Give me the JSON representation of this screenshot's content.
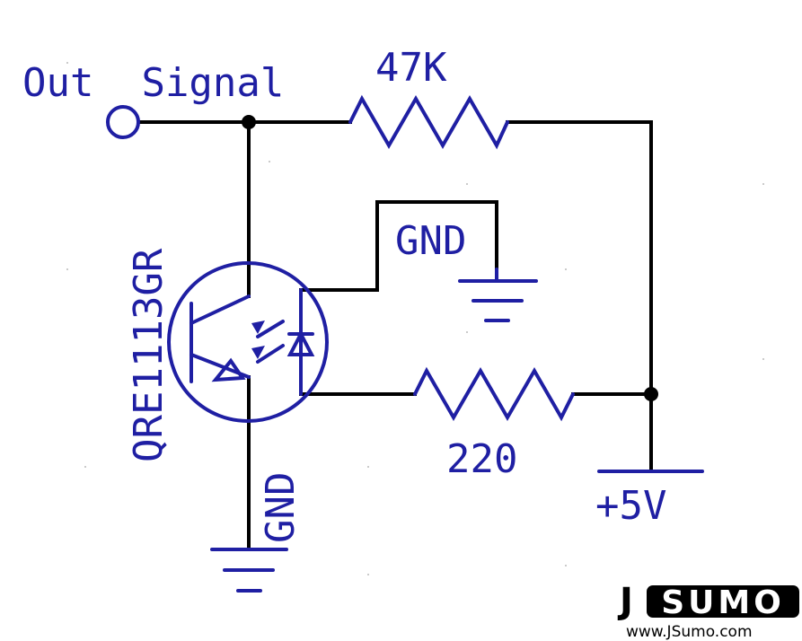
{
  "labels": {
    "out_signal": "Out  Signal",
    "r_top": "47K",
    "r_bottom": "220",
    "gnd_led": "GND",
    "gnd_transistor": "GND",
    "sensor": "QRE1113GR",
    "vcc": "+5V"
  },
  "logo": {
    "j": "J",
    "sumo": "SUMO",
    "url": "www.JSumo.com"
  },
  "colors": {
    "wire": "#000000",
    "symbol": "#1f1fa3",
    "background": "#ffffff"
  }
}
